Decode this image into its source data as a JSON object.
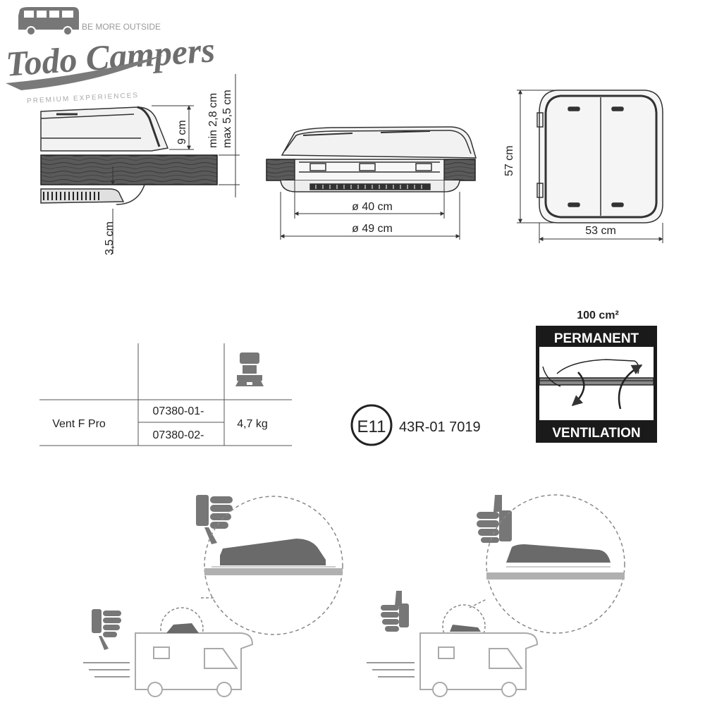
{
  "logo": {
    "brand": "Todo Campers",
    "tagline_top": "BE MORE OUTSIDE",
    "tagline_bottom": "PREMIUM EXPERIENCES"
  },
  "dimensions": {
    "side_view": {
      "height_label": "9 cm",
      "roof_range_min": "min 2,8 cm",
      "roof_range_max": "max 5,5 cm",
      "inner_depth_label": "3,5 cm"
    },
    "front_view": {
      "inner_diameter": "ø 40 cm",
      "outer_diameter": "ø 49 cm"
    },
    "top_view": {
      "depth": "57 cm",
      "width": "53 cm"
    }
  },
  "spec_table": {
    "product": "Vent F Pro",
    "codes": [
      "07380-01-",
      "07380-02-"
    ],
    "weight": "4,7 kg",
    "weight_icon": "scale-weight-icon"
  },
  "approval": {
    "mark": "E11",
    "number": "43R-01 7019"
  },
  "ventilation_badge": {
    "area": "100 cm²",
    "top_label": "PERMANENT",
    "bottom_label": "VENTILATION"
  },
  "driving_guidance": {
    "wrong": {
      "icon": "thumbs-down-icon"
    },
    "right": {
      "icon": "thumbs-up-icon"
    }
  },
  "colors": {
    "line": "#333333",
    "wood": "#555555",
    "icon_gray": "#7a7a7a",
    "light_gray": "#b5b5b5",
    "logo_gray": "#6e6e6e"
  }
}
